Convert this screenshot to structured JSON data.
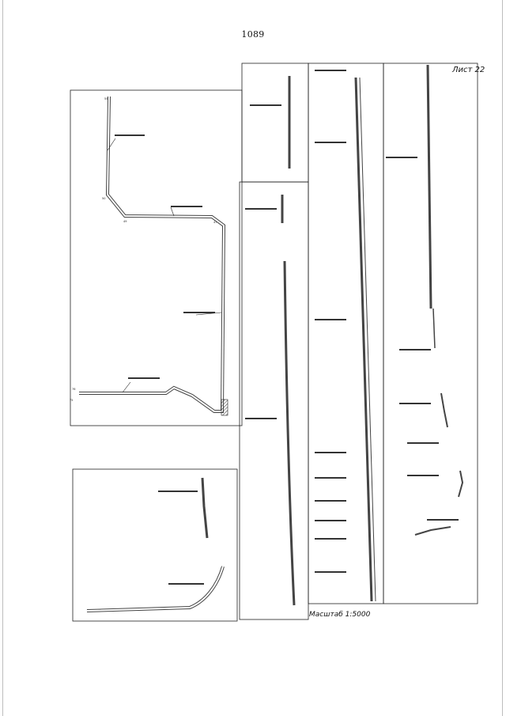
{
  "page": {
    "number": "1089"
  },
  "sheet": {
    "label": "Лист 22",
    "scale_label": "Масштаб 1:5000"
  }
}
